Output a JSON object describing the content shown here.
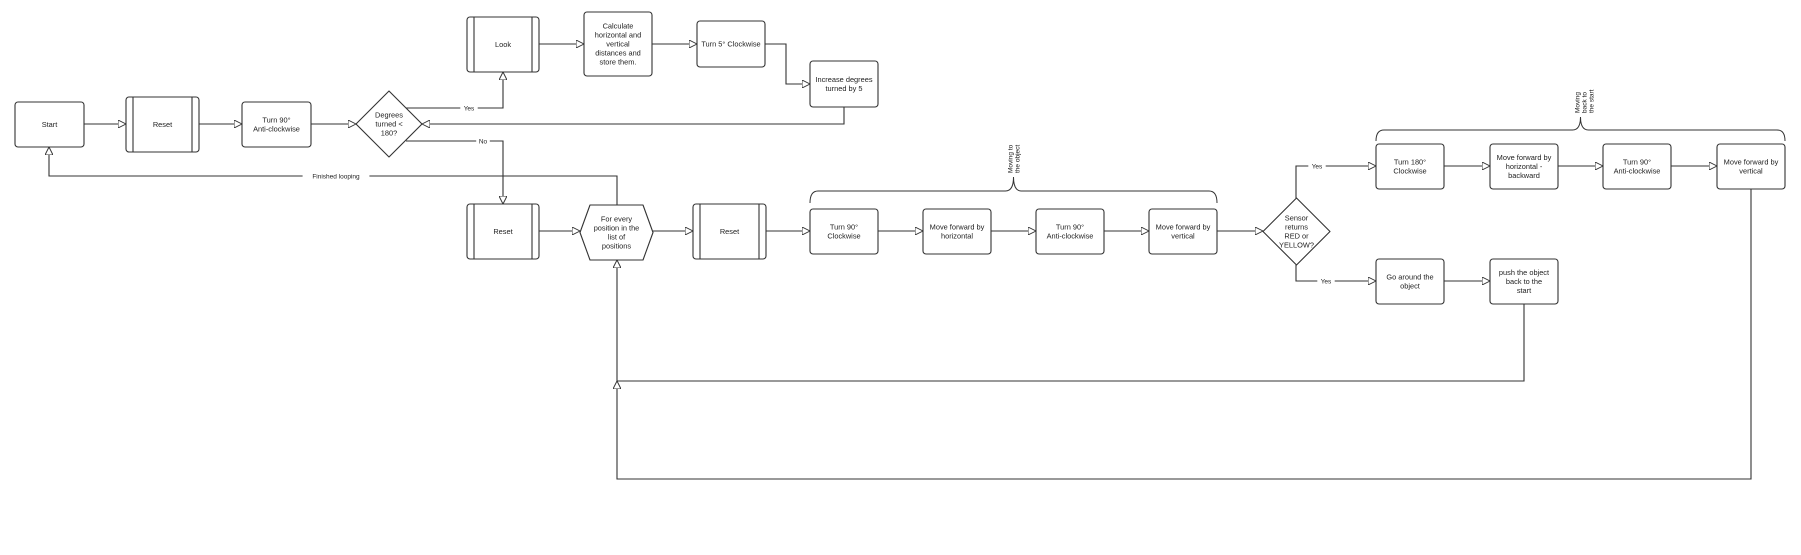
{
  "diagram": {
    "nodes": {
      "start": "Start",
      "reset_1": "Reset",
      "turn_anticlockwise_1": "Turn 90° Anti-clockwise",
      "degrees_check": "Degrees turned < 180?",
      "look": "Look",
      "calculate": "Calculate horizontal and vertical distances and store them.",
      "turn_5": "Turn 5° Clockwise",
      "increase_degrees": "Increase degrees turned by 5",
      "reset_2": "Reset",
      "for_every_position": "For every position in the list of positions",
      "reset_3": "Reset",
      "turn_clockwise_90": "Turn 90° Clockwise",
      "forward_horizontal": "Move forward by horizontal",
      "turn_anticlockwise_2": "Turn 90° Anti-clockwise",
      "forward_vertical_1": "Move forward by vertical",
      "sensor_check": "Sensor returns RED or YELLOW?",
      "turn_180": "Turn 180° Clockwise",
      "forward_horizontal_back": "Move forward by horizontal - backward",
      "turn_anticlockwise_3": "Turn 90° Anti-clockwise",
      "forward_vertical_2": "Move forward by vertical",
      "go_around": "Go around the object",
      "push_object": "push the object back to the start"
    },
    "edge_labels": {
      "degrees_yes": "Yes",
      "degrees_no": "No",
      "finished_looping": "Finished looping",
      "sensor_yes_upper": "Yes",
      "sensor_yes_lower": "Yes"
    },
    "annotations": {
      "moving_to_object": "Moving to the object",
      "moving_back": "Moving back to the start"
    }
  }
}
